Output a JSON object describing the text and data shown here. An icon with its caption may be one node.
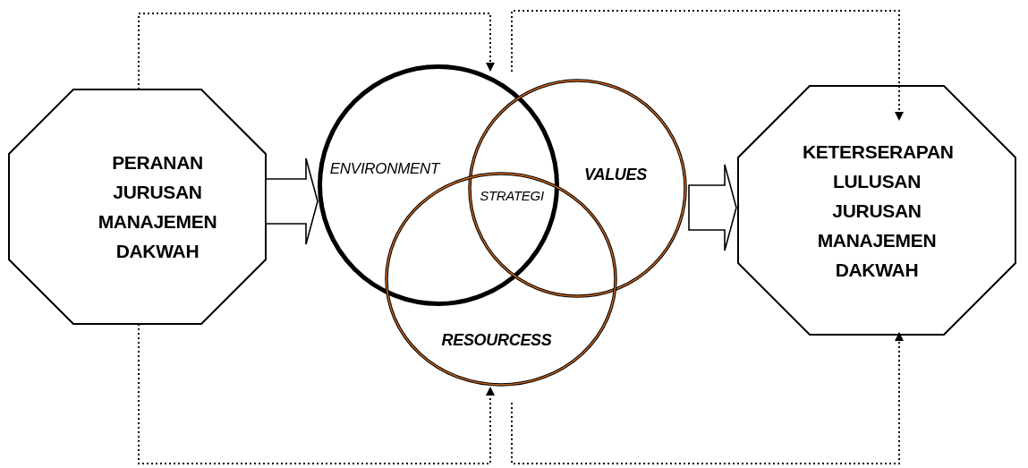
{
  "diagram": {
    "nodes": [
      {
        "text": [
          "PERANAN JURUSAN MANAJEMEN DAKWAH"
        ]
      },
      {
        "text": [
          "ENVIRONMENT"
        ]
      },
      {
        "text": [
          "VALUES"
        ]
      },
      {
        "text": [
          "RESOURCESS"
        ]
      },
      {
        "text": [
          "KETERSERAPAN LULUSAN JURUSAN MANAJEMEN DAKWAH"
        ]
      }
    ],
    "edges": [
      {
        "from": 0,
        "to": 1,
        "arrow": "to",
        "style": "thick"
      },
      {
        "from": 2,
        "to": 4,
        "arrow": "to",
        "style": "thick"
      },
      {
        "from": 0,
        "to": 1,
        "arrow": "to",
        "style": "dashed"
      },
      {
        "from": 1,
        "to": 4,
        "arrow": "to",
        "style": "dashed"
      },
      {
        "from": 0,
        "to": 3,
        "arrow": "to",
        "style": "dashed"
      },
      {
        "from": 3,
        "to": 4,
        "arrow": "to",
        "style": "dashed"
      }
    ],
    "labels": [
      "STRATEGI"
    ]
  }
}
